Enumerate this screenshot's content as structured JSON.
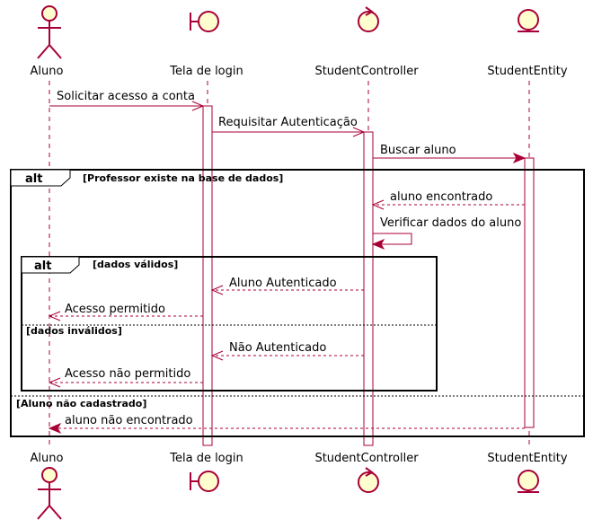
{
  "participants": [
    {
      "name": "Aluno",
      "kind": "actor"
    },
    {
      "name": "Tela de login",
      "kind": "boundary"
    },
    {
      "name": "StudentController",
      "kind": "control"
    },
    {
      "name": "StudentEntity",
      "kind": "entity"
    }
  ],
  "messages": [
    {
      "text": "Solicitar acesso a conta",
      "from": "Aluno",
      "to": "Tela de login",
      "style": "sync"
    },
    {
      "text": "Requisitar Autenticação",
      "from": "Tela de login",
      "to": "StudentController",
      "style": "sync"
    },
    {
      "text": "Buscar aluno",
      "from": "StudentController",
      "to": "StudentEntity",
      "style": "sync"
    },
    {
      "text": "aluno encontrado",
      "from": "StudentEntity",
      "to": "StudentController",
      "style": "return"
    },
    {
      "text": "Verificar dados do aluno",
      "from": "StudentController",
      "to": "StudentController",
      "style": "self"
    },
    {
      "text": "Aluno Autenticado",
      "from": "StudentController",
      "to": "Tela de login",
      "style": "return"
    },
    {
      "text": "Acesso permitido",
      "from": "Tela de login",
      "to": "Aluno",
      "style": "return"
    },
    {
      "text": "Não Autenticado",
      "from": "StudentController",
      "to": "Tela de login",
      "style": "return"
    },
    {
      "text": "Acesso não permitido",
      "from": "Tela de login",
      "to": "Aluno",
      "style": "return"
    },
    {
      "text": "aluno não encontrado",
      "from": "StudentEntity",
      "to": "Aluno",
      "style": "return"
    }
  ],
  "fragments": {
    "outer": {
      "keyword": "alt",
      "guard": "[Professor existe na base de dados]",
      "else_guard": "[Aluno não cadastrado]"
    },
    "inner": {
      "keyword": "alt",
      "guard": "[dados válidos]",
      "else_guard": "[dados inválidos]"
    }
  },
  "colors": {
    "line": "#A80036",
    "fill": "#FEFECE",
    "frame": "#000000"
  }
}
